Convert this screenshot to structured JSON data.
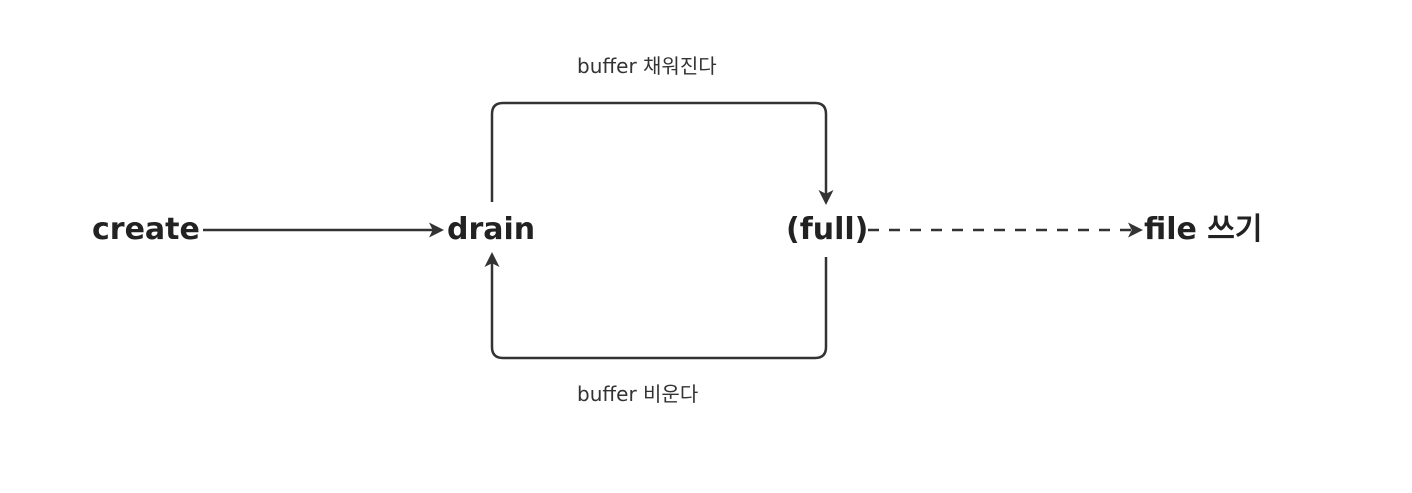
{
  "diagram": {
    "nodes": [
      {
        "id": "create",
        "label": "create"
      },
      {
        "id": "drain",
        "label": "drain"
      },
      {
        "id": "full",
        "label": "(full)"
      },
      {
        "id": "file-write",
        "label": "file 쓰기"
      }
    ],
    "edges": [
      {
        "from": "create",
        "to": "drain",
        "style": "solid",
        "label": ""
      },
      {
        "from": "drain",
        "to": "full",
        "style": "solid",
        "label": "buffer 채워진다"
      },
      {
        "from": "full",
        "to": "drain",
        "style": "solid",
        "label": "buffer 비운다"
      },
      {
        "from": "full",
        "to": "file-write",
        "style": "dashed",
        "label": ""
      }
    ],
    "stroke_color": "#333333",
    "text_color": "#222222"
  }
}
